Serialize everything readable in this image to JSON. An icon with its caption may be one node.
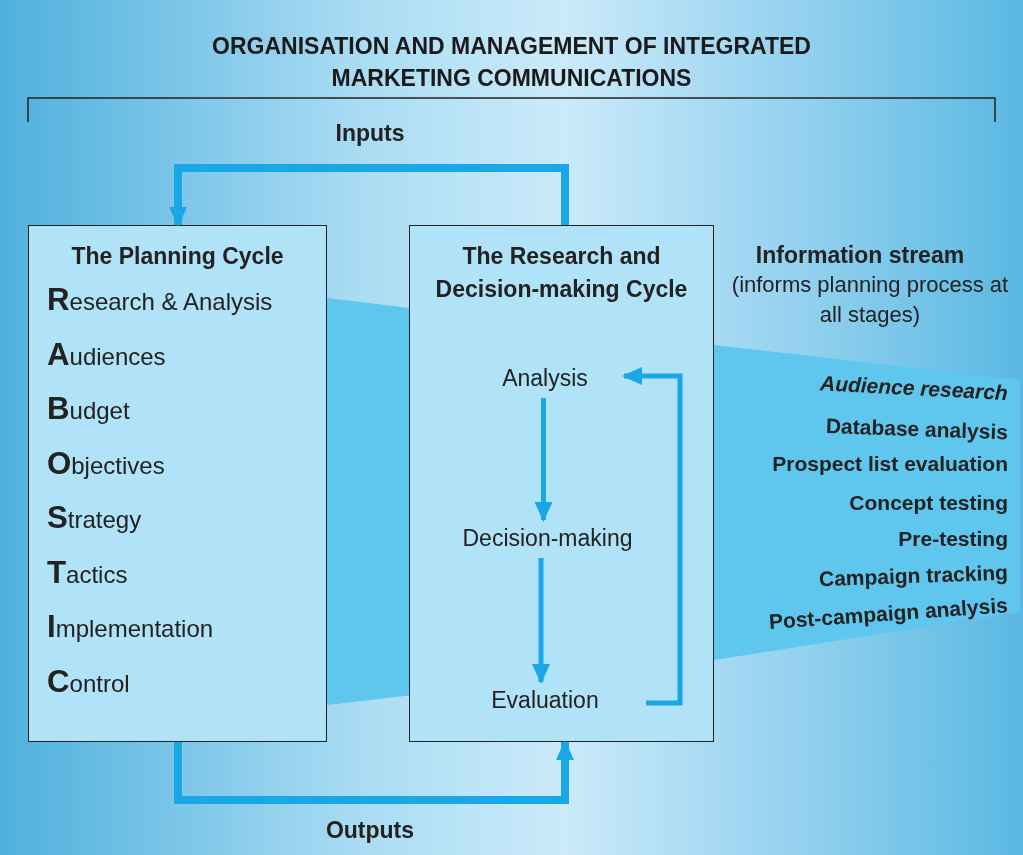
{
  "diagram": {
    "title": "ORGANISATION AND MANAGEMENT OF INTEGRATED MARKETING COMMUNICATIONS",
    "nodes": [
      {
        "text": [
          "The Planning Cycle",
          "**R**esearch & Analysis",
          "**A**udiences",
          "**B**udget",
          "**O**bjectives",
          "**S**trategy",
          "**T**actics",
          "**I**mplementation",
          "**C**ontrol"
        ]
      },
      {
        "text": [
          "The Research and Decision-making Cycle"
        ]
      },
      {
        "text": [
          "Analysis"
        ],
        "in": 1
      },
      {
        "text": [
          "Decision-making"
        ],
        "in": 1
      },
      {
        "text": [
          "Evaluation"
        ],
        "in": 1
      }
    ],
    "edges": [
      {
        "from": 1,
        "to": 0,
        "arrow": "to",
        "label": "Inputs"
      },
      {
        "from": 0,
        "to": 1,
        "arrow": "to",
        "label": "Outputs"
      },
      {
        "from": 2,
        "to": 3,
        "arrow": "to"
      },
      {
        "from": 3,
        "to": 4,
        "arrow": "to"
      },
      {
        "from": 4,
        "to": 2,
        "arrow": "to"
      }
    ],
    "labels": [
      "Information stream",
      "(informs planning process at all stages)",
      "Audience research",
      "Database analysis",
      "Prospect list evaluation",
      "Concept testing",
      "Pre-testing",
      "Campaign tracking",
      "Post-campaign analysis"
    ]
  }
}
